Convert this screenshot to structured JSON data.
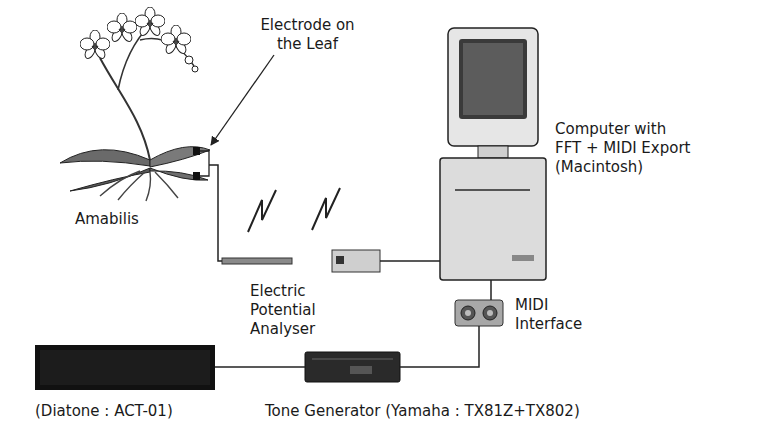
{
  "diagram": {
    "nodes": [
      {
        "text": [
          "Amabilis"
        ]
      },
      {
        "text": [
          "Electric Potential Analyser"
        ]
      },
      {
        "text": [
          "Computer with FFT + MIDI Export (Macintosh)"
        ]
      },
      {
        "text": [
          "MIDI Interface"
        ]
      },
      {
        "text": [
          "Tone Generator (Yamaha : TX81Z+TX802)"
        ]
      },
      {
        "text": [
          "(Diatone : ACT-01)"
        ]
      }
    ],
    "edges": [
      {
        "from": 0,
        "to": 1,
        "arrow": "none"
      },
      {
        "from": 1,
        "to": 2,
        "arrow": "none"
      },
      {
        "from": 2,
        "to": 3,
        "arrow": "none"
      },
      {
        "from": 3,
        "to": 4,
        "arrow": "none"
      },
      {
        "from": 4,
        "to": 5,
        "arrow": "none"
      }
    ],
    "labels": [
      "Electrode on the Leaf"
    ]
  }
}
